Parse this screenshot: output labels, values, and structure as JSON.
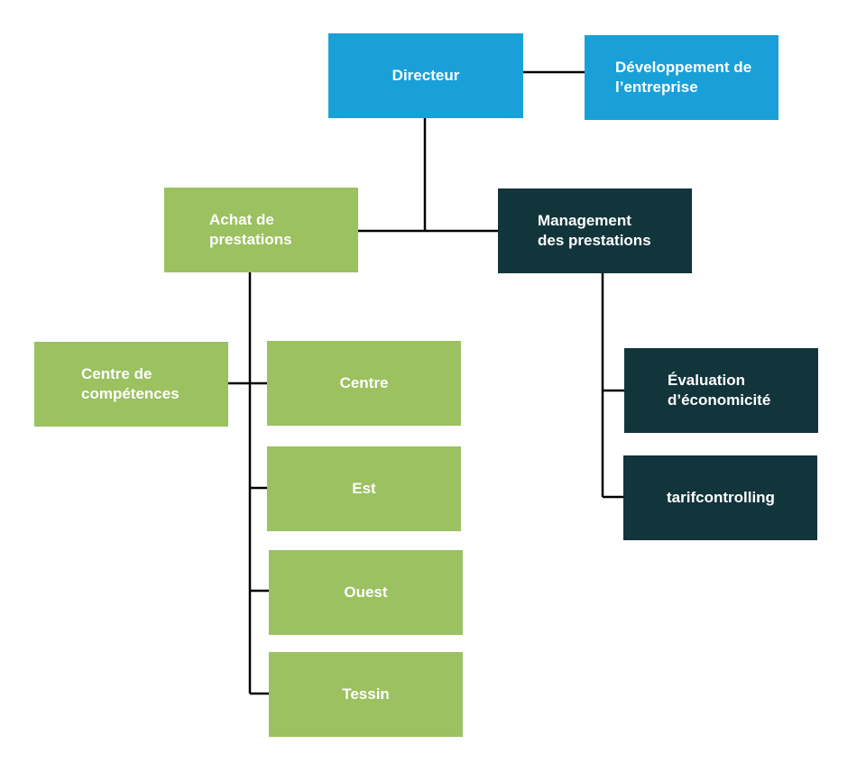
{
  "org_chart": {
    "colors": {
      "top": "#1aa0d8",
      "purchasing": "#9bc160",
      "management": "#12343b",
      "text": "#ffffff",
      "connector": "#000000"
    },
    "director": "Directeur",
    "business_development": "Développement de\nl’entreprise",
    "purchasing": "Achat de\nprestations",
    "management": "Management\ndes prestations",
    "competence_center": "Centre de\ncompétences",
    "regions": [
      "Centre",
      "Est",
      "Ouest",
      "Tessin"
    ],
    "management_units": [
      "Évaluation\nd’économicité",
      "tarifcontrolling"
    ]
  }
}
